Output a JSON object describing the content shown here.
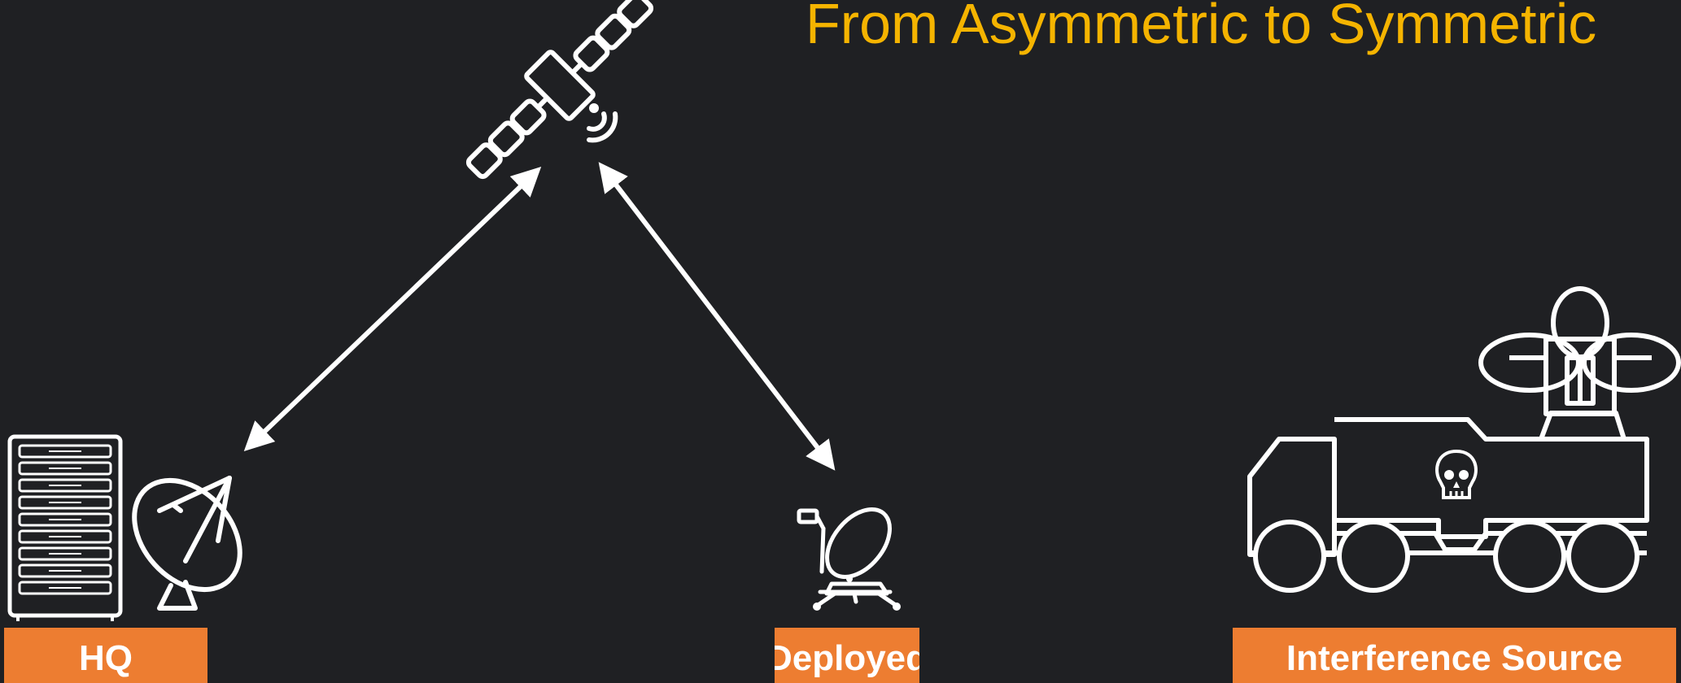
{
  "slide": {
    "title": "From Asymmetric to Symmetric",
    "background_color": "#1f2023",
    "title_color": "#f5b400",
    "label_color": "#ed7d31"
  },
  "nodes": {
    "hq": {
      "label": "HQ",
      "icons": [
        "server-rack-icon",
        "satellite-dish-icon"
      ]
    },
    "deployed": {
      "label": "Deployed",
      "icons": [
        "portable-dish-icon"
      ]
    },
    "interference": {
      "label": "Interference Source",
      "icons": [
        "jammer-truck-icon",
        "skull-icon"
      ]
    },
    "satellite": {
      "icons": [
        "satellite-icon",
        "signal-waves-icon"
      ]
    }
  },
  "links": [
    {
      "from": "satellite",
      "to": "hq",
      "direction": "bidirectional"
    },
    {
      "from": "satellite",
      "to": "deployed",
      "direction": "bidirectional"
    }
  ]
}
